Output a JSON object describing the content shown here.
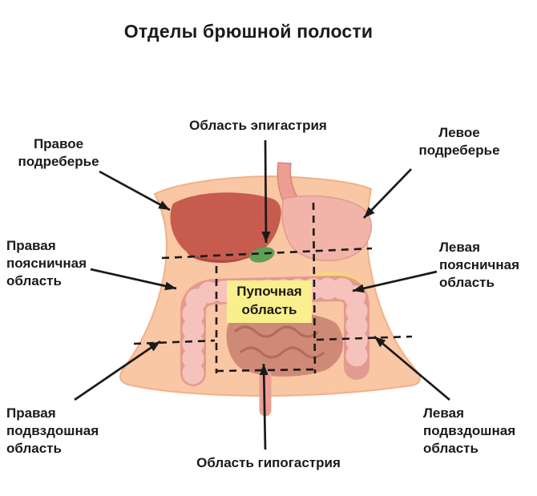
{
  "title": "Отделы брюшной полости",
  "labels": {
    "epigastric": "Область эпигастрия",
    "right_hypochondrium": "Правое подреберье",
    "left_hypochondrium": "Левое подреберье",
    "right_lumbar": "Правая поясничная область",
    "left_lumbar": "Левая поясничная область",
    "umbilical": "Пупочная область",
    "right_iliac": "Правая подвздошная область",
    "left_iliac": "Левая подвздошная область",
    "hypogastric": "Область гипогастрия"
  },
  "colors": {
    "background": "#ffffff",
    "text": "#1a1a1a",
    "skin": "#f9c7a3",
    "skin_edge": "#f0b18a",
    "liver": "#c75b4e",
    "stomach": "#f2b4a9",
    "esophagus": "#ec9e93",
    "gallbladder": "#5f9f58",
    "fat": "#f5d870",
    "large_intestine_base": "#e29b90",
    "large_intestine_bead": "#f6c3bc",
    "small_intestine": "#cf8a77",
    "small_intestine_detail": "#a86251",
    "umbilical_highlight": "#f9ef8d",
    "region_lines": "#1a1a1a",
    "arrows": "#1a1a1a"
  }
}
